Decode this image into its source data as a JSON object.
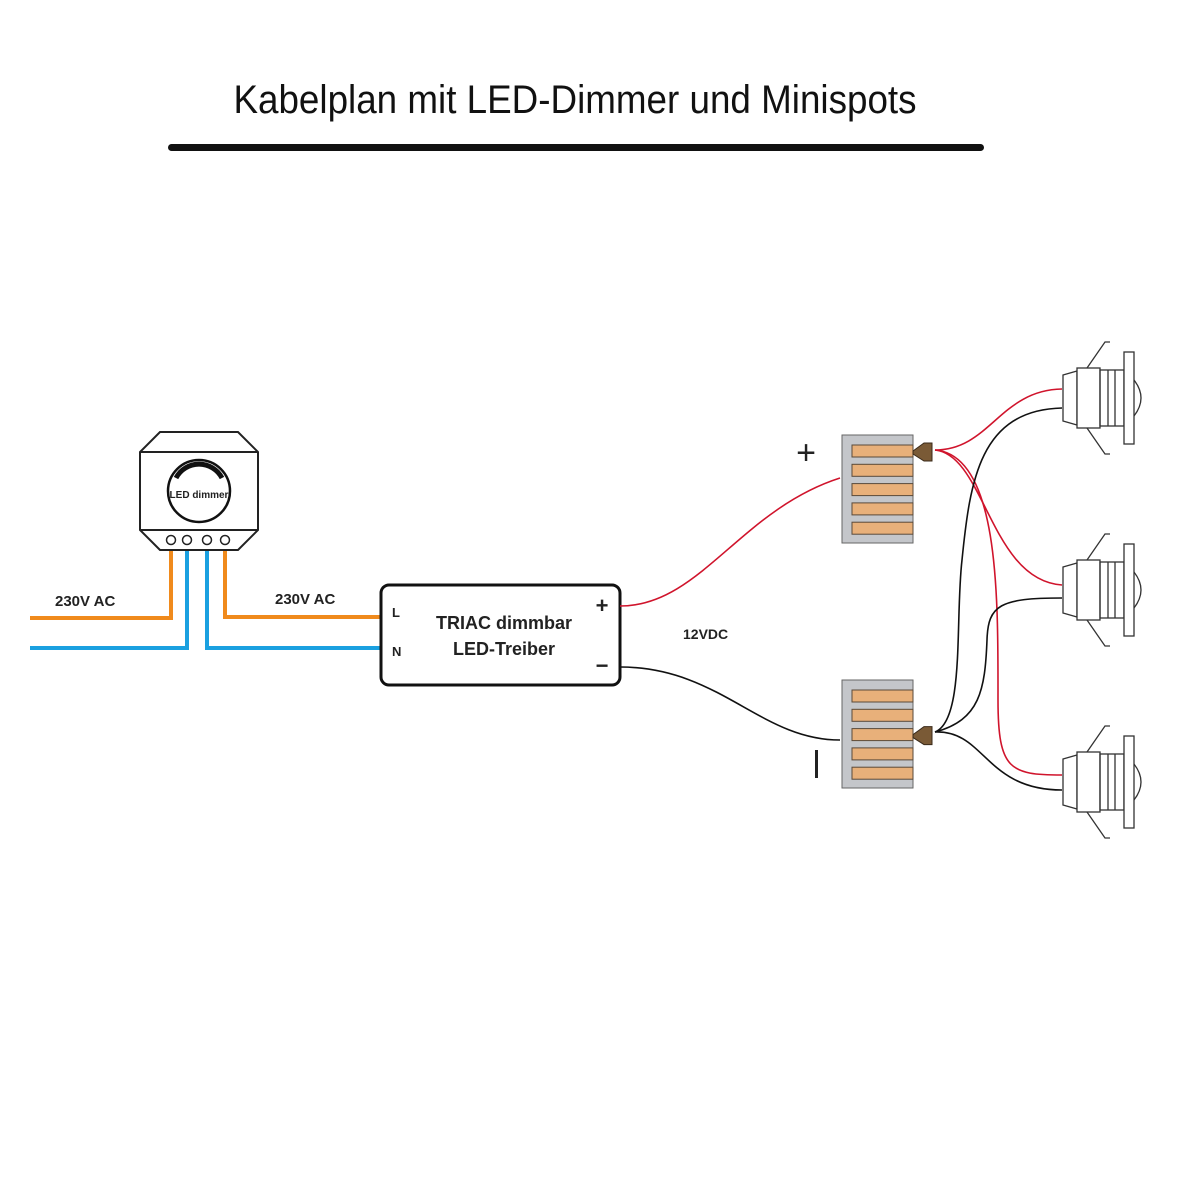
{
  "title": "Kabelplan mit LED-Dimmer und Minispots",
  "dimmer": {
    "label": "LED dimmer",
    "terminals": 4
  },
  "mains": {
    "input_label": "230V AC",
    "output_label": "230V AC"
  },
  "driver": {
    "line1": "TRIAC dimmbar",
    "line2": "LED-Treiber",
    "terminal_l": "L",
    "terminal_n": "N",
    "terminal_plus": "+",
    "terminal_minus": "−"
  },
  "dc_label": "12VDC",
  "connectors": {
    "positive_symbol": "+",
    "negative_symbol": "|",
    "slots": 5
  },
  "spots": {
    "count": 3
  },
  "colors": {
    "phase_wire": "#f08a1c",
    "neutral_wire": "#1aa0e0",
    "positive_wire": "#d0142c",
    "negative_wire": "#111111",
    "connector_body": "#c4c6ca",
    "connector_slot": "#e8b07a",
    "connector_plug": "#7a5a36"
  }
}
